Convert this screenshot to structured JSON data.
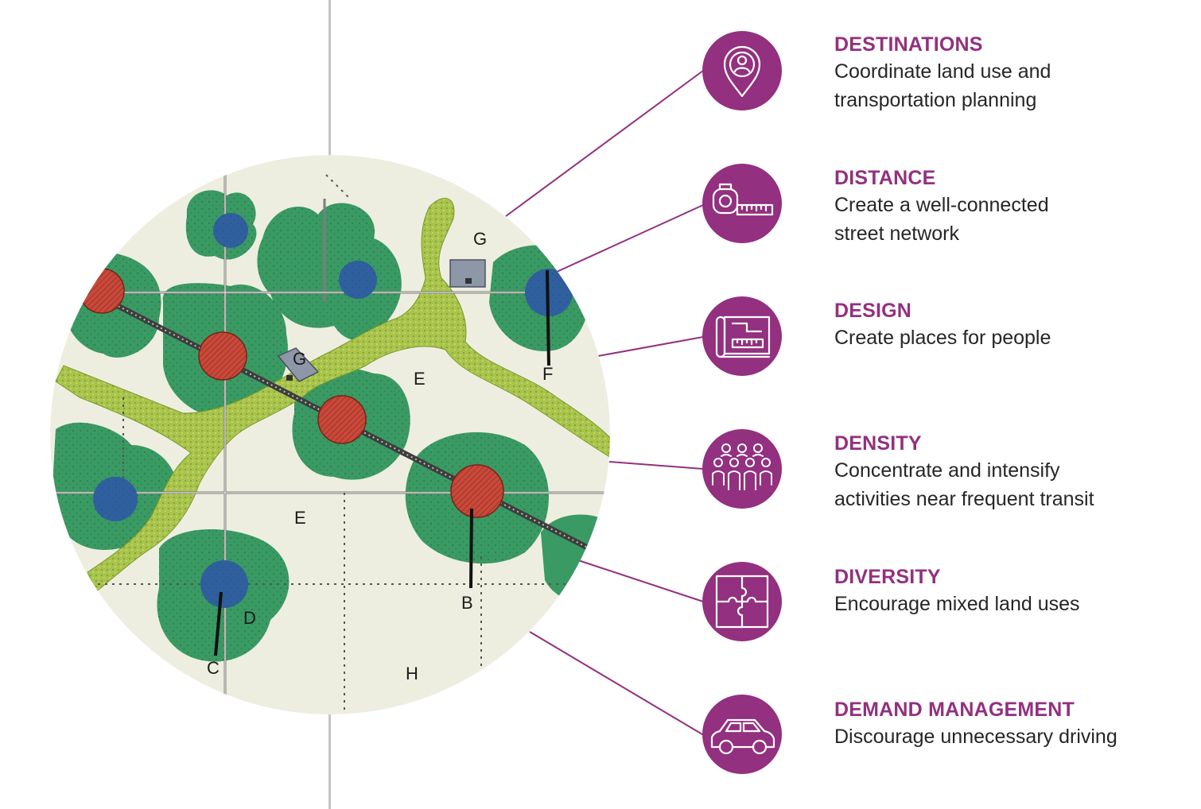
{
  "principles": [
    {
      "title": "DESTINATIONS",
      "desc_lines": [
        "Coordinate land use and",
        "transportation planning"
      ],
      "icon": "location-person-icon"
    },
    {
      "title": "DISTANCE",
      "desc_lines": [
        "Create a well-connected",
        "street network"
      ],
      "icon": "tape-measure-icon"
    },
    {
      "title": "DESIGN",
      "desc_lines": [
        "Create places for people"
      ],
      "icon": "blueprint-icon"
    },
    {
      "title": "DENSITY",
      "desc_lines": [
        "Concentrate and intensify",
        "activities near frequent transit"
      ],
      "icon": "crowd-icon"
    },
    {
      "title": "DIVERSITY",
      "desc_lines": [
        "Encourage mixed land uses"
      ],
      "icon": "puzzle-icon"
    },
    {
      "title": "DEMAND MANAGEMENT",
      "desc_lines": [
        "Discourage unnecessary driving"
      ],
      "icon": "car-icon"
    }
  ],
  "map_labels": {
    "a": "G",
    "b": "G",
    "c": "E",
    "d": "E",
    "e": "F",
    "f": "B",
    "g": "D",
    "h": "C",
    "i": "H"
  },
  "colors": {
    "accent": "#93307f",
    "map_background": "#eeeee0",
    "district_green": "#3a9a63",
    "station_red": "#c8493a",
    "stop_blue": "#2f5fa0",
    "greenway": "#a9c44b"
  }
}
